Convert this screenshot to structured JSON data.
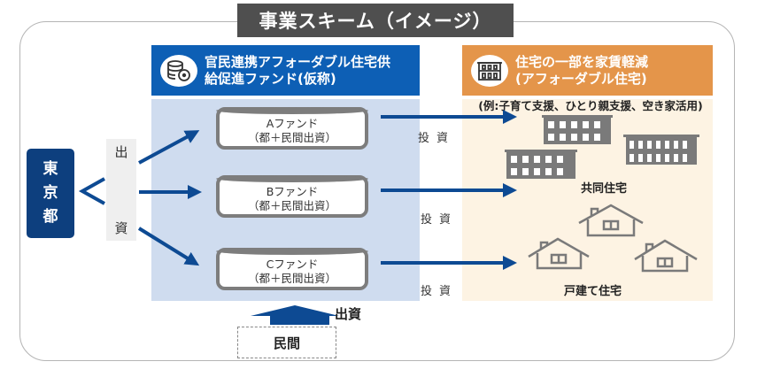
{
  "title": "事業スキーム（イメージ）",
  "fund_header": {
    "icon": "database-coin-icon",
    "line1": "官民連携アフォーダブル住宅供",
    "line2": "給促進ファンド(仮称)"
  },
  "housing_header": {
    "icon": "building-icon",
    "line1": "住宅の一部を家賃軽減",
    "line2": "(アフォーダブル住宅)"
  },
  "example_text": "(例:子育て支援、ひとり親支援、空き家活用)",
  "tokyo": {
    "chars": [
      "東",
      "京",
      "都"
    ]
  },
  "contribution_vertical": {
    "top": "出",
    "bottom": "資"
  },
  "funds": [
    {
      "name": "Aファンド",
      "sub": "（都＋民間出資）"
    },
    {
      "name": "Bファンド",
      "sub": "（都＋民間出資）"
    },
    {
      "name": "Cファンド",
      "sub": "（都＋民間出資）"
    }
  ],
  "investment_label": "投資",
  "housing_types": {
    "apartment": "共同住宅",
    "detached": "戸建て住宅"
  },
  "private_sector": {
    "label": "民間",
    "contribution": "出資"
  },
  "colors": {
    "fund_blue": "#0d5fb5",
    "tokyo_navy": "#0d3f7e",
    "arrow_blue": "#0d4a93",
    "housing_orange": "#e4954a",
    "title_gray": "#4f4f4f"
  }
}
